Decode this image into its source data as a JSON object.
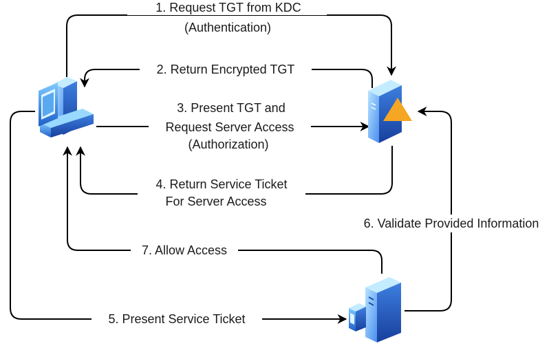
{
  "steps": {
    "s1_line1": "1. Request TGT from KDC",
    "s1_line2": "(Authentication)",
    "s2": "2. Return Encrypted TGT",
    "s3_line1": "3. Present TGT and",
    "s3_line2": "Request Server Access",
    "s3_line3": "(Authorization)",
    "s4_line1": "4. Return Service Ticket",
    "s4_line2": "For Server Access",
    "s5": "5. Present Service Ticket",
    "s6": "6. Validate Provided Information",
    "s7": "7. Allow Access"
  },
  "nodes": {
    "client": "client-computer-icon",
    "kdc": "kdc-server-icon",
    "app_server": "application-server-icon"
  },
  "colors": {
    "icon_blue_light": "#8fd3ff",
    "icon_blue": "#3a8ee6",
    "icon_blue_dark": "#1b4fb0",
    "warning_orange": "#f5a623",
    "line": "#000000"
  }
}
